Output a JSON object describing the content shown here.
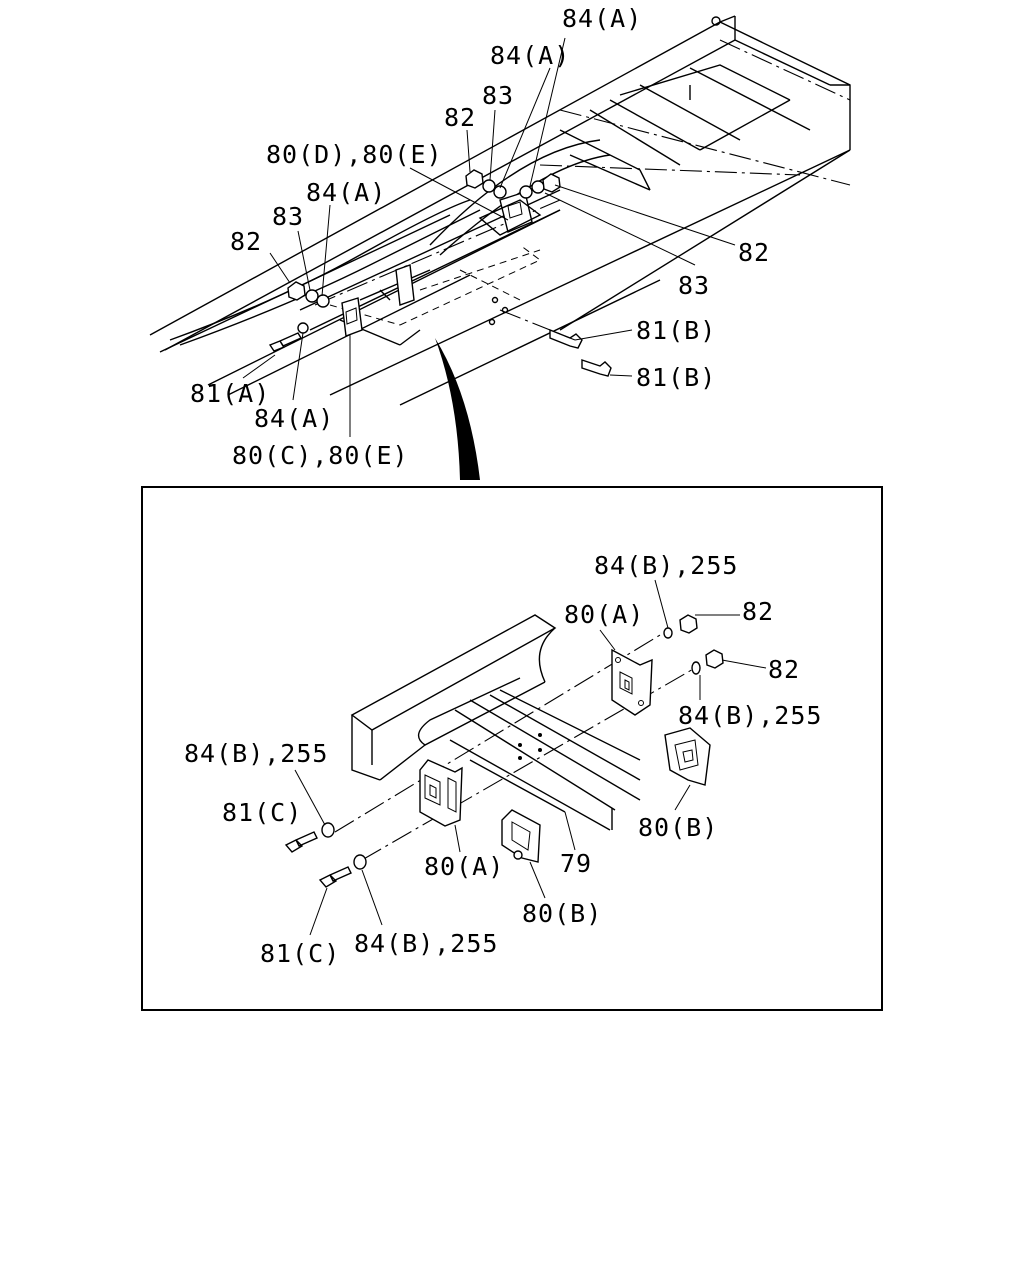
{
  "upper_view": {
    "callouts": {
      "a84_top": "84(A)",
      "a84_mid": "84(A)",
      "c83_top": "83",
      "c82_top": "82",
      "c80de": "80(D),80(E)",
      "a84_left": "84(A)",
      "c83_left": "83",
      "c82_left": "82",
      "c82_right": "82",
      "c83_right": "83",
      "c81b_1": "81(B)",
      "c81b_2": "81(B)",
      "c81a": "81(A)",
      "a84_bottom": "84(A)",
      "c80ce": "80(C),80(E)"
    }
  },
  "detail_view": {
    "callouts": {
      "b84_top": "84(B),255",
      "c80a_top": "80(A)",
      "c82_top": "82",
      "c82_second": "82",
      "b84_right": "84(B),255",
      "b84_left": "84(B),255",
      "c81c_top": "81(C)",
      "c80b_right": "80(B)",
      "c80a_bottom": "80(A)",
      "c79": "79",
      "c80b_bottom": "80(B)",
      "c81c_bottom": "81(C)",
      "b84_bottom": "84(B),255"
    }
  }
}
